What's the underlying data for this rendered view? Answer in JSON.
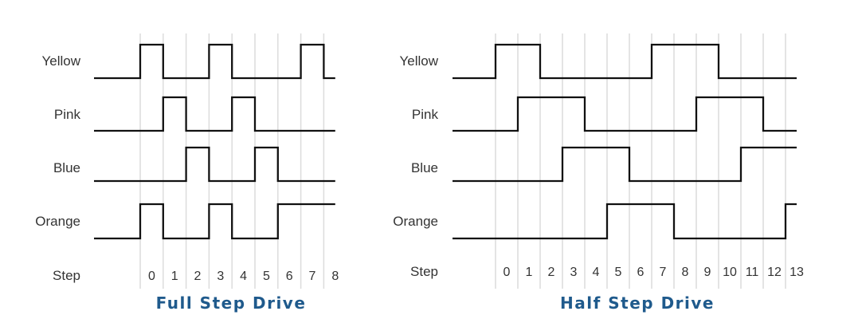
{
  "colors": {
    "wave": "#111111",
    "grid": "#dcdcdc",
    "text": "#333333",
    "title": "#1f5a8c"
  },
  "diagrams": [
    {
      "title": "Full Step Drive",
      "step_label": "Step",
      "steps": [
        "0",
        "1",
        "2",
        "3",
        "4",
        "5",
        "6",
        "7",
        "8"
      ],
      "signals": [
        {
          "name": "Yellow",
          "high_steps": [
            0,
            3,
            7
          ]
        },
        {
          "name": "Pink",
          "high_steps": [
            1,
            4
          ]
        },
        {
          "name": "Blue",
          "high_steps": [
            2,
            5
          ]
        },
        {
          "name": "Orange",
          "high_steps": [
            0,
            3,
            6,
            7,
            8
          ]
        }
      ]
    },
    {
      "title": "Half Step Drive",
      "step_label": "Step",
      "steps": [
        "0",
        "1",
        "2",
        "3",
        "4",
        "5",
        "6",
        "7",
        "8",
        "9",
        "10",
        "11",
        "12",
        "13"
      ],
      "signals": [
        {
          "name": "Yellow",
          "high_steps": [
            0,
            1,
            7,
            8,
            9
          ]
        },
        {
          "name": "Pink",
          "high_steps": [
            1,
            2,
            3,
            9,
            10,
            11
          ]
        },
        {
          "name": "Blue",
          "high_steps": [
            3,
            4,
            5,
            11,
            12,
            13
          ]
        },
        {
          "name": "Orange",
          "high_steps": [
            5,
            6,
            7,
            13
          ]
        }
      ]
    }
  ]
}
